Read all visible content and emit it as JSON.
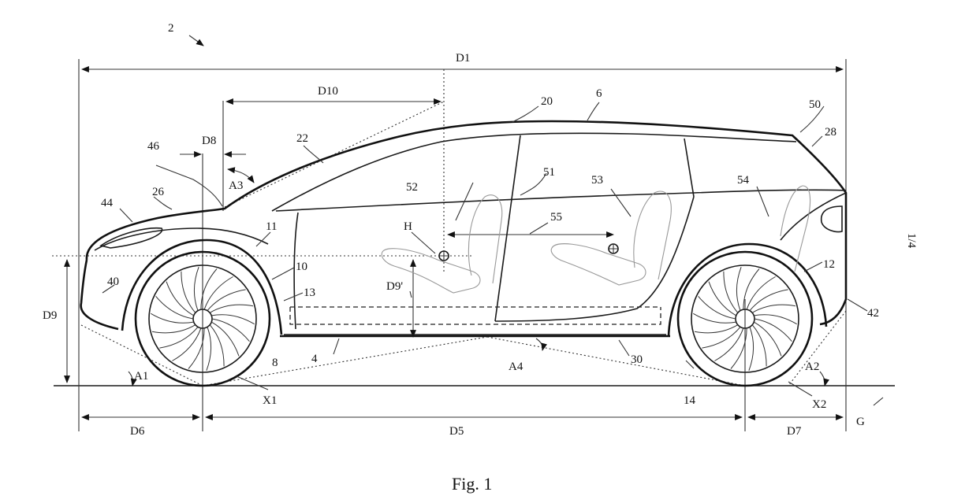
{
  "figure": {
    "caption": "Fig. 1",
    "sheet": "1/4",
    "labels": {
      "vehicle": "2",
      "body": "4",
      "roof": "6",
      "rear_wheel": "8",
      "front_wheel_arch": "10",
      "front_arch": "11",
      "rear_arch": "12",
      "sill": "13",
      "rear_wheel_label": "14",
      "roof_line": "20",
      "windscreen": "22",
      "bonnet": "26",
      "rear_glass": "28",
      "floor": "30",
      "front_bumper": "40",
      "rear_bumper": "42",
      "headlamp": "44",
      "cowl": "46",
      "spoiler": "50",
      "b_pillar": "51",
      "front_seat": "52",
      "rear_seat": "53",
      "third_seat": "54",
      "seat_spacing": "55",
      "hip_point": "H",
      "ground": "G",
      "front_axle": "X1",
      "rear_axle": "X2",
      "d1": "D1",
      "d5": "D5",
      "d6": "D6",
      "d7": "D7",
      "d8": "D8",
      "d9": "D9",
      "d9p": "D9'",
      "d10": "D10",
      "a1": "A1",
      "a2": "A2",
      "a3": "A3",
      "a4": "A4"
    }
  }
}
